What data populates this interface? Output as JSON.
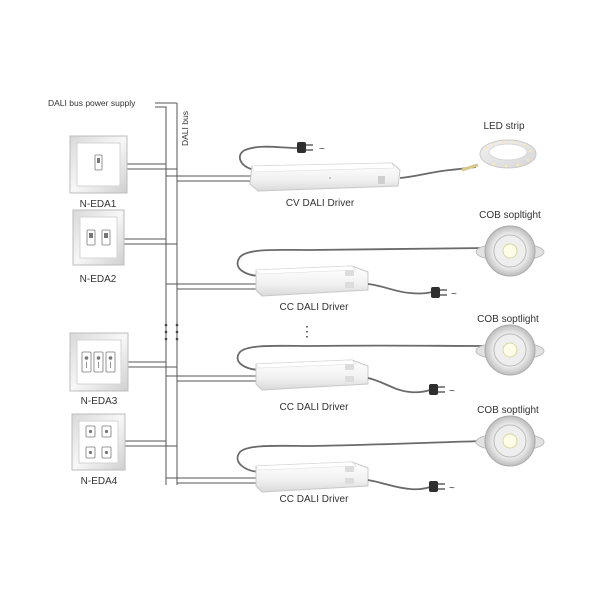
{
  "labels": {
    "bus_power": "DALI bus power supply",
    "bus": "DALI bus",
    "ac_symbol": "~",
    "ellipsis": "⋮"
  },
  "switches": [
    {
      "label": "N-EDA1",
      "buttons": 1
    },
    {
      "label": "N-EDA2",
      "buttons": 2
    },
    {
      "label": "N-EDA3",
      "buttons": 3
    },
    {
      "label": "N-EDA4",
      "buttons": 4
    }
  ],
  "drivers": [
    {
      "label": "CV DALI Driver"
    },
    {
      "label": "CC DALI Driver"
    },
    {
      "label": "CC DALI Driver"
    },
    {
      "label": "CC DALI Driver"
    }
  ],
  "loads": [
    {
      "label": "LED strip"
    },
    {
      "label": "COB sopltight"
    },
    {
      "label": "COB soptlight"
    },
    {
      "label": "COB soptlight"
    }
  ],
  "colors": {
    "wire": "#555555",
    "cable": "#6a6a6a",
    "driver_body": "#f4f4f4",
    "driver_edge": "#c8c8c8",
    "switch_frame": "#e6e6e6",
    "spot_glow": "#fffbe0"
  }
}
